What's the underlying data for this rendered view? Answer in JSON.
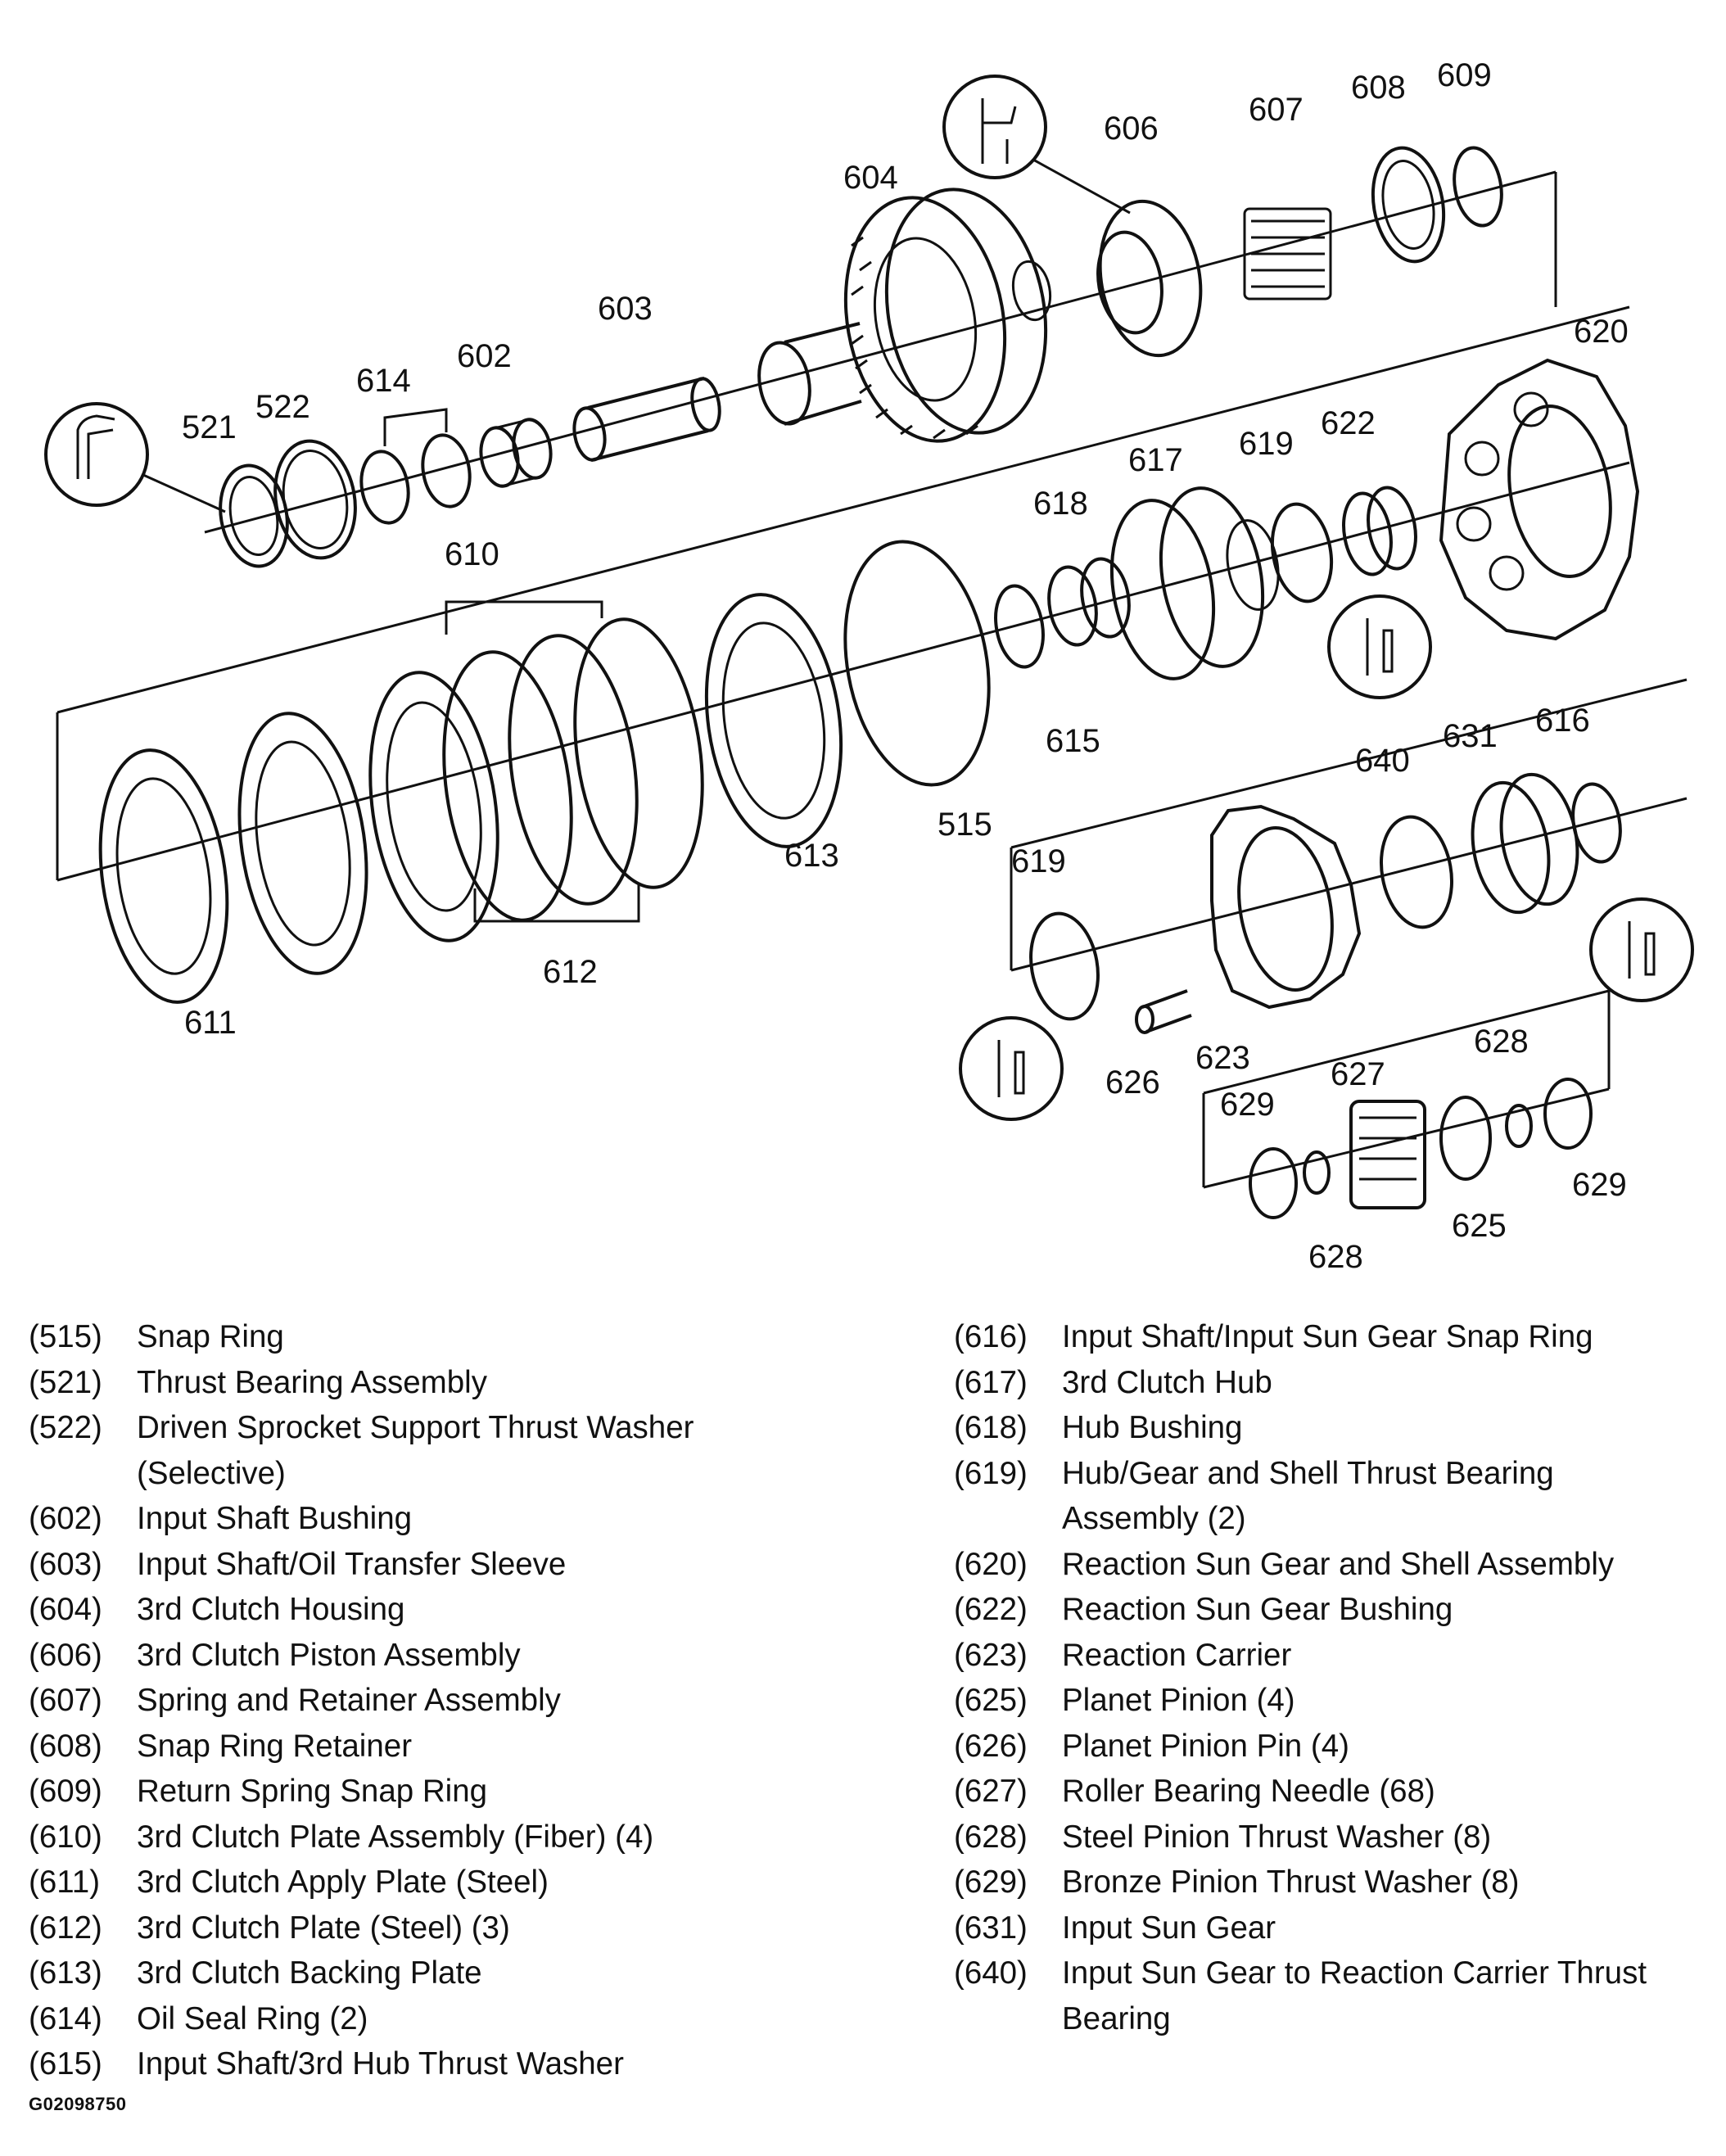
{
  "figure_id": "G02098750",
  "callouts": [
    {
      "id": "603",
      "label": "603"
    },
    {
      "id": "604",
      "label": "604"
    },
    {
      "id": "606",
      "label": "606"
    },
    {
      "id": "607",
      "label": "607"
    },
    {
      "id": "608",
      "label": "608"
    },
    {
      "id": "609",
      "label": "609"
    },
    {
      "id": "620",
      "label": "620"
    },
    {
      "id": "521",
      "label": "521"
    },
    {
      "id": "522",
      "label": "522"
    },
    {
      "id": "614",
      "label": "614"
    },
    {
      "id": "602",
      "label": "602"
    },
    {
      "id": "610",
      "label": "610"
    },
    {
      "id": "617",
      "label": "617"
    },
    {
      "id": "619a",
      "label": "619"
    },
    {
      "id": "622",
      "label": "622"
    },
    {
      "id": "618",
      "label": "618"
    },
    {
      "id": "615",
      "label": "615"
    },
    {
      "id": "515",
      "label": "515"
    },
    {
      "id": "613",
      "label": "613"
    },
    {
      "id": "612",
      "label": "612"
    },
    {
      "id": "611",
      "label": "611"
    },
    {
      "id": "616",
      "label": "616"
    },
    {
      "id": "631",
      "label": "631"
    },
    {
      "id": "640",
      "label": "640"
    },
    {
      "id": "619b",
      "label": "619"
    },
    {
      "id": "623",
      "label": "623"
    },
    {
      "id": "626",
      "label": "626"
    },
    {
      "id": "627",
      "label": "627"
    },
    {
      "id": "628a",
      "label": "628"
    },
    {
      "id": "629a",
      "label": "629"
    },
    {
      "id": "629b",
      "label": "629"
    },
    {
      "id": "625",
      "label": "625"
    },
    {
      "id": "628b",
      "label": "628"
    }
  ],
  "legend_left": [
    {
      "num": "(515)",
      "desc": "Snap Ring"
    },
    {
      "num": "(521)",
      "desc": "Thrust Bearing Assembly"
    },
    {
      "num": "(522)",
      "desc": "Driven Sprocket Support Thrust Washer (Selective)"
    },
    {
      "num": "(602)",
      "desc": "Input Shaft Bushing"
    },
    {
      "num": "(603)",
      "desc": "Input Shaft/Oil Transfer Sleeve"
    },
    {
      "num": "(604)",
      "desc": "3rd Clutch Housing"
    },
    {
      "num": "(606)",
      "desc": "3rd Clutch Piston Assembly"
    },
    {
      "num": "(607)",
      "desc": "Spring and Retainer Assembly"
    },
    {
      "num": "(608)",
      "desc": "Snap Ring Retainer"
    },
    {
      "num": "(609)",
      "desc": "Return Spring Snap Ring"
    },
    {
      "num": "(610)",
      "desc": "3rd Clutch Plate Assembly (Fiber) (4)"
    },
    {
      "num": "(611)",
      "desc": "3rd Clutch Apply Plate (Steel)"
    },
    {
      "num": "(612)",
      "desc": "3rd Clutch Plate (Steel) (3)"
    },
    {
      "num": "(613)",
      "desc": "3rd Clutch Backing Plate"
    },
    {
      "num": "(614)",
      "desc": "Oil Seal Ring (2)"
    },
    {
      "num": "(615)",
      "desc": "Input Shaft/3rd Hub Thrust Washer"
    }
  ],
  "legend_right": [
    {
      "num": "(616)",
      "desc": "Input Shaft/Input Sun Gear Snap Ring"
    },
    {
      "num": "(617)",
      "desc": "3rd Clutch Hub"
    },
    {
      "num": "(618)",
      "desc": "Hub Bushing"
    },
    {
      "num": "(619)",
      "desc": "Hub/Gear and Shell Thrust Bearing Assembly (2)"
    },
    {
      "num": "(620)",
      "desc": "Reaction Sun Gear and Shell Assembly"
    },
    {
      "num": "(622)",
      "desc": "Reaction Sun Gear Bushing"
    },
    {
      "num": "(623)",
      "desc": "Reaction Carrier"
    },
    {
      "num": "(625)",
      "desc": "Planet Pinion (4)"
    },
    {
      "num": "(626)",
      "desc": "Planet Pinion Pin (4)"
    },
    {
      "num": "(627)",
      "desc": "Roller Bearing Needle (68)"
    },
    {
      "num": "(628)",
      "desc": "Steel Pinion Thrust Washer (8)"
    },
    {
      "num": "(629)",
      "desc": "Bronze Pinion Thrust Washer (8)"
    },
    {
      "num": "(631)",
      "desc": "Input Sun Gear"
    },
    {
      "num": "(640)",
      "desc": "Input Sun Gear to Reaction Carrier Thrust Bearing"
    }
  ]
}
